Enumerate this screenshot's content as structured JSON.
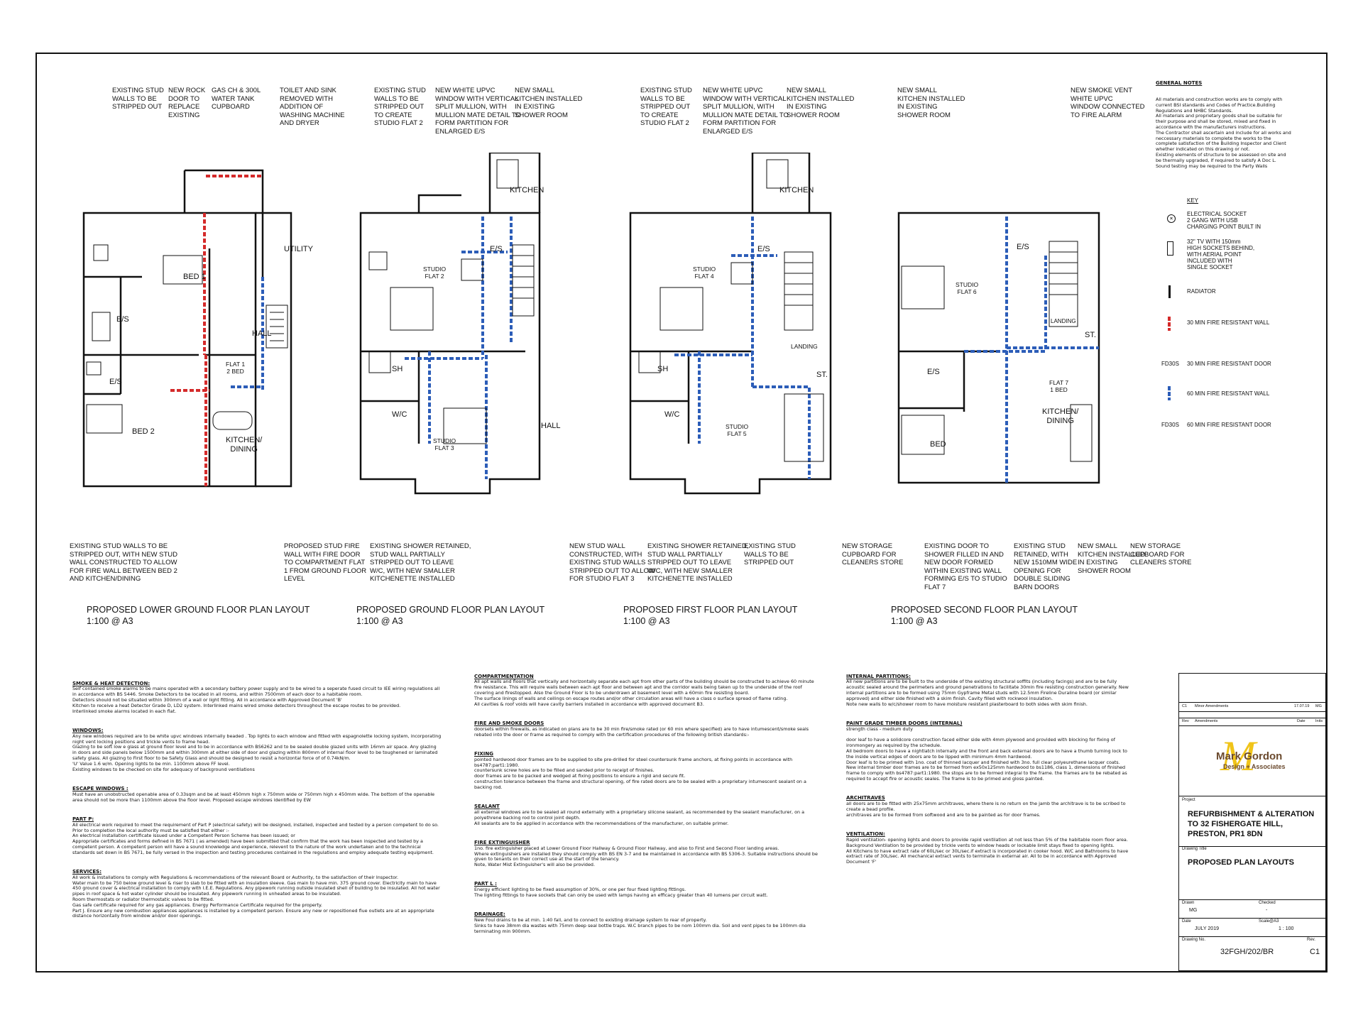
{
  "general_notes": {
    "heading": "GENERAL NOTES",
    "text": "All materials and construction works are to comply with current BSI standards and Codes of Practice.Building Regulations and NHBC Standards.\nAll materials and proprietary goods shall be suitable for their purpose and shall be stored, mixed and fixed in accordance with the manufacturers instructions.\nThe Contractor shall ascertain and include for all works and neccessary materials to complete the works to the complete satisfaction of the Building Inspector and Client whether indicated on this drawing or not.\nExisting elements of structure to be assessed on site and be thermally upgraded, if required to satisfy A Doc L.\nSound testing may be required to the Party Walls"
  },
  "key": {
    "heading": "KEY",
    "items": [
      {
        "icon": "socket-icon",
        "label": "ELECTRICAL SOCKET\n2 GANG WITH USB\nCHARGING POINT BUILT IN"
      },
      {
        "icon": "tv-point-icon",
        "label": "32\" TV WITH 150mm\nHIGH SOCKETS BEHIND,\nWITH AERIAL POINT\nINCLUDED WITH\nSINGLE SOCKET"
      },
      {
        "icon": "radiator-icon",
        "label": "RADIATOR"
      },
      {
        "icon": "red-line-icon",
        "label": "30 MIN FIRE RESISTANT WALL"
      },
      {
        "code": "FD30S",
        "label": "30 MIN FIRE RESISTANT DOOR"
      },
      {
        "icon": "blue-line-icon",
        "label": "60 MIN FIRE RESISTANT WALL"
      },
      {
        "code": "FD30S",
        "label": "60 MIN FIRE RESISTANT DOOR"
      }
    ]
  },
  "plans": [
    {
      "title": "PROPOSED LOWER GROUND FLOOR PLAN LAYOUT",
      "scale": "1:100 @ A3",
      "top_callouts": [
        "EXISTING STUD\nWALLS TO BE\nSTRIPPED OUT",
        "NEW ROCK\nDOOR TO\nREPLACE\nEXISTING",
        "GAS CH & 300L\nWATER TANK\nCUPBOARD",
        "TOILET AND SINK\nREMOVED WITH\nADDITION OF\nWASHING MACHINE\nAND DRYER"
      ],
      "bottom_callouts": [
        "EXISTING STUD WALLS TO BE\nSTRIPPED OUT, WITH NEW STUD\nWALL CONSTRUCTED TO ALLOW\nFOR FIRE WALL BETWEEN BED 2\nAND KITCHEN/DINING",
        "PROPOSED STUD FIRE\nWALL WITH FIRE DOOR\nTO COMPARTMENT FLAT\n1 FROM GROUND FLOOR\nLEVEL"
      ],
      "rooms": [
        "BED 1",
        "E/S",
        "E/S",
        "BED 2",
        "HALL",
        "FLAT 1\n2 BED",
        "KITCHEN/\nDINING",
        "UTILITY"
      ]
    },
    {
      "title": "PROPOSED GROUND FLOOR PLAN LAYOUT",
      "scale": "1:100 @ A3",
      "top_callouts": [
        "EXISTING STUD\nWALLS TO BE\nSTRIPPED OUT\nTO CREATE\nSTUDIO FLAT 2",
        "NEW WHITE UPVC\nWINDOW WITH VERTICAL\nSPLIT MULLION, WITH\nMULLION MATE DETAIL TO\nFORM PARTITION FOR\nENLARGED E/S",
        "NEW SMALL\nKITCHEN INSTALLED\nIN EXISTING\nSHOWER ROOM"
      ],
      "bottom_callouts": [
        "EXISTING SHOWER RETAINED,\nSTUD WALL PARTIALLY\nSTRIPPED OUT TO LEAVE\nW/C, WITH NEW SMALLER\nKITCHENETTE INSTALLED",
        "NEW STUD WALL\nCONSTRUCTED, WITH\nEXISTING STUD WALLS\nSTRIPPED OUT TO ALLOW\nFOR STUDIO FLAT 3"
      ],
      "rooms": [
        "STUDIO\nFLAT 2",
        "E/S",
        "KITCHEN",
        "SH",
        "W/C",
        "STUDIO\nFLAT 3",
        "HALL"
      ]
    },
    {
      "title": "PROPOSED FIRST FLOOR PLAN LAYOUT",
      "scale": "1:100 @ A3",
      "top_callouts": [
        "EXISTING STUD\nWALLS TO BE\nSTRIPPED OUT\nTO CREATE\nSTUDIO FLAT 2",
        "NEW WHITE UPVC\nWINDOW WITH VERTICAL\nSPLIT MULLION, WITH\nMULLION MATE DETAIL TO\nFORM PARTITION FOR\nENLARGED E/S",
        "NEW SMALL\nKITCHEN INSTALLED\nIN EXISTING\nSHOWER ROOM"
      ],
      "bottom_callouts": [
        "EXISTING SHOWER RETAINED,\nSTUD WALL PARTIALLY\nSTRIPPED OUT TO LEAVE\nW/C, WITH NEW SMALLER\nKITCHENETTE INSTALLED",
        "EXISTING STUD\nWALLS TO BE\nSTRIPPED OUT",
        "NEW STORAGE\nCUPBOARD FOR\nCLEANERS STORE"
      ],
      "rooms": [
        "STUDIO\nFLAT 4",
        "E/S",
        "KITCHEN",
        "SH",
        "W/C",
        "STUDIO\nFLAT 5",
        "LANDING",
        "ST."
      ]
    },
    {
      "title": "PROPOSED SECOND FLOOR PLAN LAYOUT",
      "scale": "1:100 @ A3",
      "top_callouts": [
        "NEW SMALL\nKITCHEN INSTALLED\nIN EXISTING\nSHOWER ROOM",
        "NEW SMOKE VENT\nWHITE UPVC\nWINDOW CONNECTED\nTO FIRE ALARM"
      ],
      "bottom_callouts": [
        "EXISTING DOOR TO\nSHOWER FILLED IN AND\nNEW DOOR FORMED\nWITHIN EXISTING WALL\nFORMING E/S TO STUDIO\nFLAT 7",
        "EXISTING STUD\nRETAINED, WITH\nNEW 1510mm WIDE\nOPENING FOR\nDOUBLE SLIDING\nBARN DOORS",
        "NEW SMALL\nKITCHEN INSTALLED\nIN EXISTING\nSHOWER ROOM",
        "NEW STORAGE\nCUPBOARD FOR\nCLEANERS STORE"
      ],
      "rooms": [
        "STUDIO\nFLAT 6",
        "E/S",
        "E/S",
        "BED",
        "FLAT 7\n1 BED",
        "KITCHEN/\nDINING",
        "LANDING",
        "ST."
      ]
    }
  ],
  "notes_col1": [
    {
      "h": "SMOKE & HEAT DETECTION:",
      "t": "Self contained smoke alarms to be mains operated with a secondary battery power supply and to be wired to a seperate fused circuit to IEE wiring regulations all in accordance with BS 5446. Smoke Detectors to be located in all rooms, and within 7500mm of each door to a habitable room.\nDetectors should not be situated within 300mm of a wall or light fitting. All in accordance with Approved Document 'B'\nKitchen to receive a heat Detector Grade D, LD2 system. Interlinked mains wired smoke detectors throughout the escape routes to be provided.\nInterlinked smoke alarms located in each flat."
    },
    {
      "h": "WINDOWS:",
      "t": "Any new windows required are to be white upvc windows internally beaded . Top lights to each window and fitted with espagnolette locking system, incorporating night vent locking positions and trickle vents to frame head.\nGlazing to be soft low e glass at ground floor level and to be in accordance with BS6262 and to be sealed double glazed units with 16mm air space. Any glazing in doors and side panels below 1500mm and within 300mm at either side of door and glazing within 800mm of internal floor level to be toughened or laminated safety glass. All glazing to First floor to be Safety Glass and should be designed to resist a horizontal force of of 0.74kN/m.\n'U' Value 1.6 w/m. Opening lights to be min. 1100mm above FF level.\nExisting windows to be checked on site for adequacy of background ventilations"
    },
    {
      "h": "ESCAPE WINDOWS :",
      "t": "Must have an unobstructed openable area of 0.33sqm and be at least 450mm high x 750mm wide or 750mm high x 450mm wide. The bottom of the openable area should not be more than 1100mm above the floor level. Proposed escape windows identified by EW"
    },
    {
      "h": "PART P:",
      "t": "All electrical work required to meet the requirement of Part P (electrical safety) will be designed, installed, inspected and tested by a person competent to do so.\nPrior to completion the local authority must be satisfied that either :-\nAn electrical installation certificate issued under a Competent Person Scheme has been issued; or\nAppropriate certificates and forms defined in BS 7671 ( as amended) have been submitted that confirm that the work has been inspected and tested by a competent person. A competent person will have a sound knowledge and experience, relevent to the nature of the work undertaken and to the technical standards set down in BS 7671, be fully versed in the inspection and testing procedures contained in the regulations and employ adequate testing equipment."
    },
    {
      "h": "SERVICES:",
      "t": "All work & installations to comply with Regulations & recommendations of the relevant Board or Authority, to the satisfaction of their Inspector.\nWater main to be 750 below ground level & riser to slab to be fitted with an insulation sleeve. Gas main to have min. 375 ground cover. Electricity main to have 450 ground cover & electrical installation to comply with I.E.E. Regulations. Any pipework running outside insulated shell of building to be insulated. All hot water pipes in roof space & hot water cylinder should be insulated. Any pipework running in unheated areas to be insulated.\nRoom thermostats or radiator thermostatic valves to be fitted.\nGas safe certificate required for any gas appliances. Energy Performance Certificate required for the property.\nPart J. Ensure any new combustion appliances appliances is installed by a competent person. Ensure any new or repositioned flue outlets are at an appropriate distance horizontally from window and/or door openings."
    }
  ],
  "notes_col2": [
    {
      "h": "COMPARTMENTATION",
      "t": "All apt walls and floors that vertically and horizontally separate each apt from other parts of the building should be constructed to achieve 60 minute fire resistance. This will require walls between each apt floor and between apt and the corridor walls being taken up to the underside of the roof covering and firestopped. Also the Ground Floor is to be underdrawn at basement level with a 60min fire resisting board.\nThe surface linings of walls and ceilings on escape routes and/or other circulation areas will have a class o surface spread of flame rating.\nAll cavities & roof voids will have cavity barriers installed in accordance with approved document B3."
    },
    {
      "h": "FIRE AND SMOKE DOORS",
      "t": "doorsets within firewalls, as indicated on plans are to be 30 min fire/smoke rated (or 60 min where specified) are to have intumescent/smoke seals rebated into the door or frame as required to comply with the certification procedures of the following british standards:-"
    },
    {
      "h": "FIXING",
      "t": "pointed hardwood door frames are to be supplied to site pre-drilled for steel countersunk frame anchors, at fixing points in accordance with bs4787:part1:1980.\ncountersunk screw holes are to be filled and sanded prior to receipt of finishes.\ndoor frames are to be packed and wedged at fixing positions to ensure a rigid and secure fit.\nconstruction tolerance between the frame and structural opening, of fire rated doors are to be sealed with a proprietary intumescent sealant on a backing rod."
    },
    {
      "h": "SEALANT",
      "t": "all external windows are to be sealed all round externally with a proprietary silicone sealant, as recommended by the sealant manufacturer, on a polyethrene backing rod to control joint depth.\nAll sealants are to be applied in accordance with the recommendations of the manufacturer, on suitable primer."
    },
    {
      "h": "FIRE EXTINGUISHER",
      "t": "1no. fire extinguisher placed at Lower Ground Floor Hallway & Ground Floor Hallway, and also to First and Second Floor landing areas.\nWhere extinguishers are installed they should comply with BS EN 3-7 and be maintained in accordance with BS 5306-3. Suitable instructions should be given to tenants on their correct use at the start of the tenancy.\nNote, Water Mist Extinguisher's will also be provided."
    },
    {
      "h": "PART L :",
      "t": "Energy efficient lighting to be fixed assumption of 30%, or one per four fixed lighting fittings.\nThe lighting fittings to have sockets that can only be used with lamps having an efficacy greater than 40 lumens per circuit watt."
    },
    {
      "h": "DRAINAGE:",
      "t": "New Foul drains to be at min. 1:40 fall, and to connect to existing drainage system to rear of property.\nSinks to have 38mm dia wastes with 75mm deep seal bottle traps. W.C branch pipes to be nom 100mm dia. Soil and vent pipes to be 100mm dia terminating min 900mm."
    }
  ],
  "notes_col3": [
    {
      "h": "INTERNAL PARTITIONS:",
      "t": "All new partitions are to be built to the underside of the existing structural soffits (including facings) and are to be fully acoustic sealed around the perimeters and ground penetrations to facilitate 30min fire resisting construction generally. New internal partitions are to be formed using 75mm Gypframe Metal studs with 12.5mm Fireline Duraline board (or similar approved) and either side finished with a skim finish. Cavity filled with rockwool insulation.\nNote new walls to w/c/shower room to have moisture resistant plasterboard to both sides with skim finish."
    },
    {
      "h": "PAINT GRADE TIMBER DOORS (INTERNAL)",
      "t": "strength class - medium duty\n\ndoor leaf to have a solidcore construction faced either side with 4mm plywood and provided with blocking for fixing of ironmongery as required by the schedule.\nAll bedroom doors to have a nightlatch internally and the front and back external doors are to have a thumb turning lock to the inside vertical edges of doors are to be lipped with minimum 4mm hardwood.\nDoor leaf is to be primed with 1no. coat of thinned lacquer and finished with 3no. full clear polyeurethane lacquer coats.\nNew internal timber door frames are to be formed from ex50x125mm hardwood to bs1186, class 1, dimensions of finished frame to comply with bs4787:part1:1980. the stops are to be formed integral to the frame. the frames are to be rebated as required to accept fire or acoustic seales. The frame is to be primed and gloss painted."
    },
    {
      "h": "ARCHITRAVES",
      "t": "all doors are to be fitted with 25x75mm architraves, where there is no return on the jamb the architrave is to be scribed to create a bead profile.\narchitraves are to be formed from softwood and are to be painted as for door frames."
    },
    {
      "h": "VENTILATION:",
      "t": "Rapid ventilation- opening lights and doors to provide rapid ventilation at not less than 5% of the habitable room floor area. Background Ventilation to be provided by trickle vents to window heads or lockable limit stays fixed to opening lights.\nAll Kitchens to have extract rate of 60L/sec or 30L/sec.if extract is incorporated in cooker hood. W/C and Bathrooms to have extract rate of 30L/sec. All mechanical extract vents to terminate in external air. All to be in accordance with Approved Document 'F'"
    }
  ],
  "title_block": {
    "rev_code": "C1",
    "rev_desc": "Minor Amendments",
    "rev_date": "17.07.19",
    "rev_by": "MG",
    "rev_label": "Rev",
    "amend_label": "Amendments",
    "date_label": "Date",
    "init_label": "Inits",
    "logo_line1": "Mark Gordon",
    "logo_line2": "Design + Associates",
    "project_label": "Project",
    "project": "REFURBISHMENT & ALTERATION\nTO 32 FISHERGATE HILL,\nPRESTON, PR1 8DN",
    "drawing_title_label": "Drawing Title",
    "drawing_title": "PROPOSED PLAN LAYOUTS",
    "drawn_label": "Drawn",
    "drawn": "MG",
    "checked_label": "Checked",
    "checked": "-",
    "date_label2": "Date",
    "date": "JULY 2019",
    "scale_label": "Scale@A3",
    "scale": "1 : 100",
    "drawing_no_label": "Drawing No.",
    "drawing_no": "32FGH/202/BR",
    "rev_no_label": "Rev.",
    "rev_no": "C1"
  },
  "colors": {
    "fire30": "#d42a2a",
    "fire60": "#2c5db8"
  }
}
